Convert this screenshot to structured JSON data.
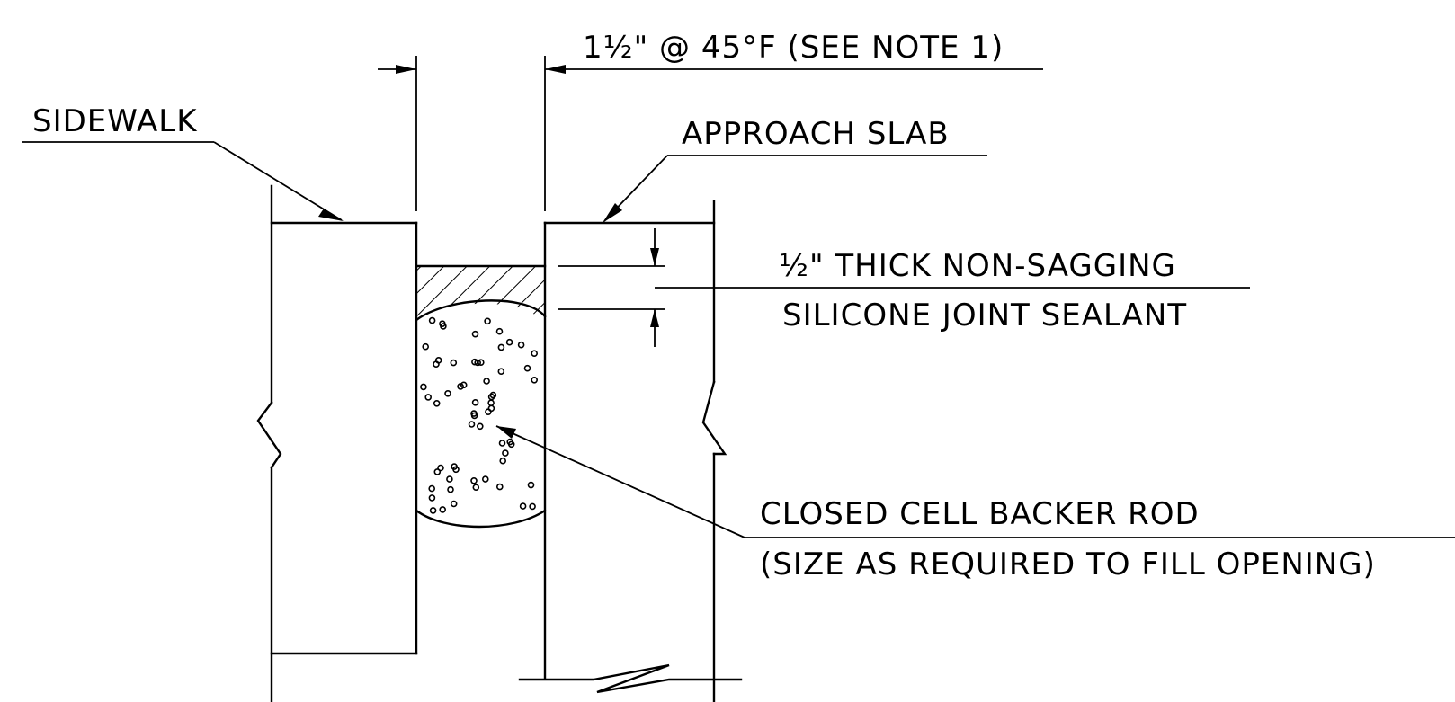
{
  "labels": {
    "sidewalk": "SIDEWALK",
    "approach_slab": "APPROACH SLAB",
    "sealant_line1": "½\" THICK NON-SAGGING",
    "sealant_line2": "SILICONE JOINT SEALANT",
    "backer_line1": "CLOSED CELL BACKER ROD",
    "backer_line2": "(SIZE AS REQUIRED TO FILL OPENING)"
  },
  "dimension": {
    "gap_text": "1½\" @ 45°F (SEE NOTE 1)"
  }
}
